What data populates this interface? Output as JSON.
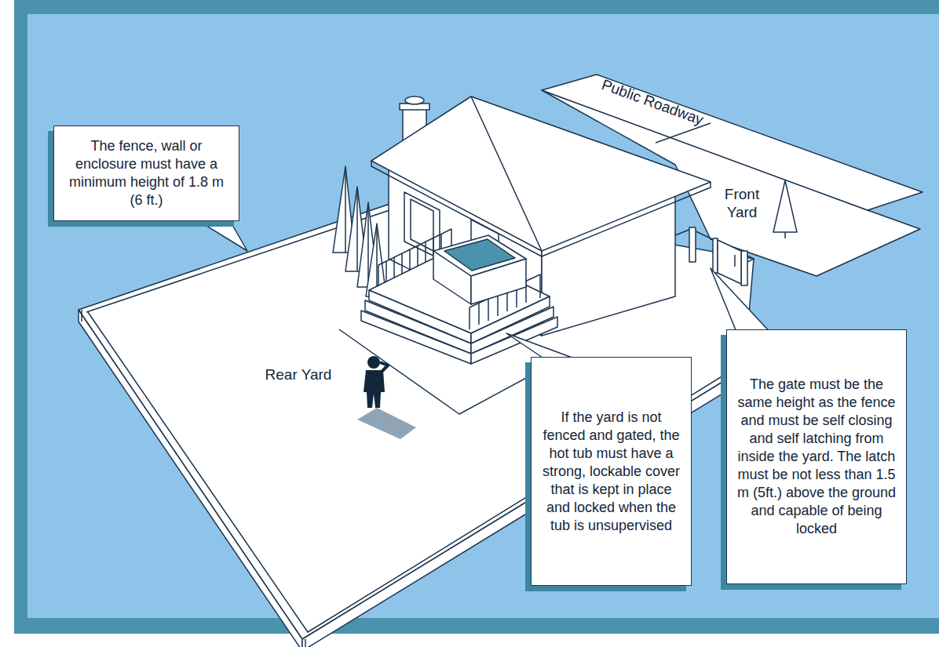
{
  "diagram": {
    "nodes": [
      {
        "text": [
          "The fence, wall or enclosure must have a minimum height of 1.8 m (6 ft.)"
        ]
      },
      {
        "text": [
          "If the yard is not fenced and gated, the hot tub must have a strong, lockable cover that is kept in place and locked when the tub is unsupervised"
        ]
      },
      {
        "text": [
          "The gate must be the same height as the fence and must be self closing and self latching from inside the yard. The latch must be not less than 1.5 m (5ft.) above the ground and capable of being locked"
        ]
      }
    ],
    "labels": [
      "Public Roadway",
      "Front Yard",
      "Rear Yard"
    ]
  }
}
